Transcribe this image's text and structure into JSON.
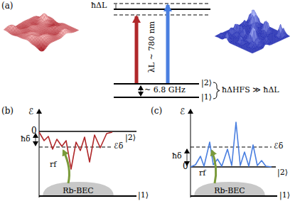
{
  "diagram": {
    "labels": [
      "(a)",
      "ħΔL",
      "λL ~ 780 nm",
      "~ 6.8 GHz",
      "|2⟩",
      "|1⟩",
      "ħΔHFS ≫ ħΔL",
      "(b)",
      "ℰ",
      "0",
      "|2⟩",
      "ħδ",
      "ℰδ",
      "rf",
      "Rb-BEC",
      "|1⟩",
      "(c)",
      "ℰ",
      "0",
      "|2⟩",
      "ħδ",
      "ℰδ",
      "rf",
      "Rb-BEC",
      "|1⟩"
    ]
  }
}
